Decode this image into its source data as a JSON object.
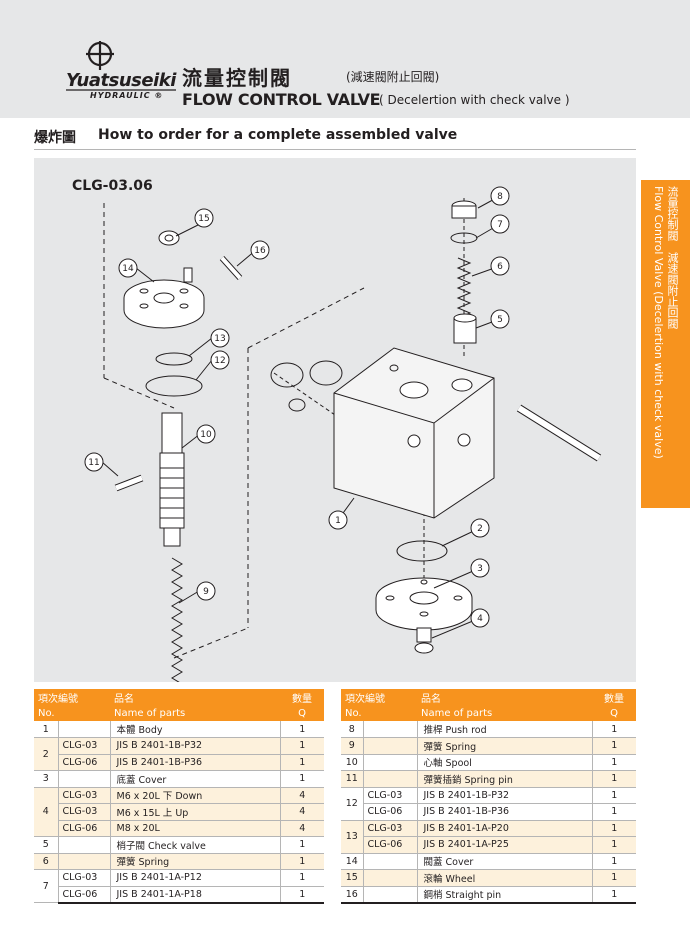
{
  "header": {
    "brand": "Yuatsuseiki",
    "brand_sub": "HYDRAULIC ®",
    "title_cn": "流量控制閥",
    "title_cn_sub": "(減速閥附止回閥)",
    "title_en": "FLOW CONTROL VALVE",
    "title_en_sub": "( Decelertion with check valve )"
  },
  "section": {
    "title_cn": "爆炸圖",
    "title_en": "How to order for a complete assembled valve"
  },
  "drawing": {
    "model_code": "CLG-03.06",
    "callouts": [
      "1",
      "2",
      "3",
      "4",
      "5",
      "6",
      "7",
      "8",
      "9",
      "10",
      "11",
      "12",
      "13",
      "14",
      "15",
      "16"
    ]
  },
  "side_tab": {
    "text_cn": "流量控制閥　減速閥附止回閥",
    "text_en": "Flow Control Valve (Decelertion with check valve)"
  },
  "table_left": {
    "headers": {
      "no_cn": "項次編號",
      "no_en": "No.",
      "name_cn": "品名",
      "name_en": "Name of parts",
      "qty_cn": "數量",
      "qty_en": "Q"
    },
    "rows": [
      {
        "no": "1",
        "sub": "",
        "name": "本體 Body",
        "qty": "1"
      },
      {
        "no": "2",
        "sub": "CLG-03",
        "name": "JIS B 2401-1B-P32",
        "qty": "1"
      },
      {
        "no": "",
        "sub": "CLG-06",
        "name": "JIS B 2401-1B-P36",
        "qty": "1"
      },
      {
        "no": "3",
        "sub": "",
        "name": "底蓋 Cover",
        "qty": "1"
      },
      {
        "no": "4",
        "sub": "CLG-03",
        "name": "M6 x 20L 下 Down",
        "qty": "4"
      },
      {
        "no": "",
        "sub": "CLG-03",
        "name": "M6 x 15L 上 Up",
        "qty": "4"
      },
      {
        "no": "",
        "sub": "CLG-06",
        "name": "M8 x 20L",
        "qty": "4"
      },
      {
        "no": "5",
        "sub": "",
        "name": "梢子閥 Check valve",
        "qty": "1"
      },
      {
        "no": "6",
        "sub": "",
        "name": "彈簧 Spring",
        "qty": "1"
      },
      {
        "no": "7",
        "sub": "CLG-03",
        "name": "JIS B 2401-1A-P12",
        "qty": "1"
      },
      {
        "no": "",
        "sub": "CLG-06",
        "name": "JIS B 2401-1A-P18",
        "qty": "1"
      }
    ]
  },
  "table_right": {
    "headers": {
      "no_cn": "項次編號",
      "no_en": "No.",
      "name_cn": "品名",
      "name_en": "Name of parts",
      "qty_cn": "數量",
      "qty_en": "Q"
    },
    "rows": [
      {
        "no": "8",
        "sub": "",
        "name": "推桿 Push rod",
        "qty": "1"
      },
      {
        "no": "9",
        "sub": "",
        "name": "彈簧 Spring",
        "qty": "1"
      },
      {
        "no": "10",
        "sub": "",
        "name": "心軸 Spool",
        "qty": "1"
      },
      {
        "no": "11",
        "sub": "",
        "name": "彈簧插銷 Spring pin",
        "qty": "1"
      },
      {
        "no": "12",
        "sub": "CLG-03",
        "name": "JIS B 2401-1B-P32",
        "qty": "1"
      },
      {
        "no": "",
        "sub": "CLG-06",
        "name": "JIS B 2401-1B-P36",
        "qty": "1"
      },
      {
        "no": "13",
        "sub": "CLG-03",
        "name": "JIS B 2401-1A-P20",
        "qty": "1"
      },
      {
        "no": "",
        "sub": "CLG-06",
        "name": "JIS B 2401-1A-P25",
        "qty": "1"
      },
      {
        "no": "14",
        "sub": "",
        "name": "閥蓋 Cover",
        "qty": "1"
      },
      {
        "no": "15",
        "sub": "",
        "name": "滾輪 Wheel",
        "qty": "1"
      },
      {
        "no": "16",
        "sub": "",
        "name": "鋼梢 Straight pin",
        "qty": "1"
      }
    ]
  }
}
